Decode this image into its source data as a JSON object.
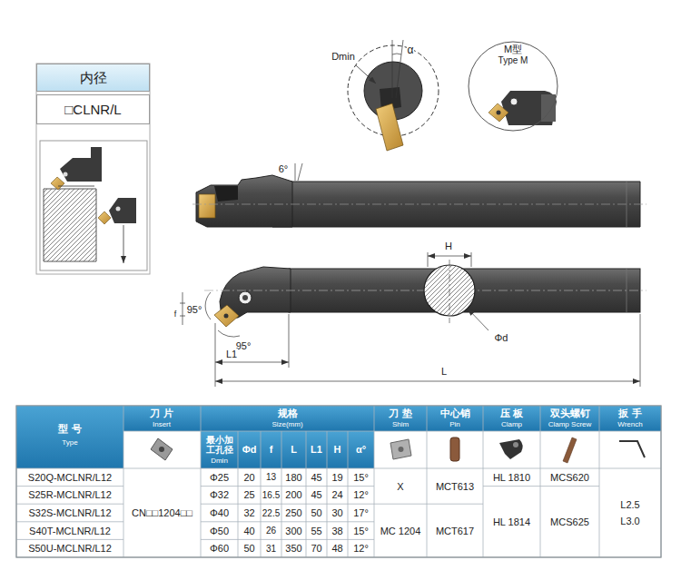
{
  "diagram": {
    "nodes": [
      {
        "text": [
          "内径"
        ]
      },
      {
        "text": [
          "□CLNR/L"
        ]
      },
      {
        "text": [
          "M型",
          "Type M"
        ]
      }
    ],
    "labels": [
      "Dmin",
      "α",
      "6°",
      "H",
      "f",
      "95°",
      "95°",
      "Φd",
      "L1",
      "L",
      "型 号",
      "Type",
      "刀 片",
      "Insert",
      "规格",
      "Size(mm)",
      "刀 垫",
      "Shim",
      "中心销",
      "Pin",
      "压 板",
      "Clamp",
      "双头螺钉",
      "Clamp Screw",
      "扳 手",
      "Wrench",
      "最小加工孔径",
      "Dmin",
      "Φd",
      "f",
      "L",
      "L1",
      "H",
      "α°",
      "S20Q-MCLNR/L12",
      "Φ25",
      "20",
      "13",
      "180",
      "45",
      "19",
      "15°",
      "S25R-MCLNR/L12",
      "Φ32",
      "25",
      "16.5",
      "200",
      "45",
      "24",
      "12°",
      "S32S-MCLNR/L12",
      "Φ40",
      "32",
      "22.5",
      "250",
      "50",
      "30",
      "17°",
      "S40T-MCLNR/L12",
      "Φ50",
      "40",
      "26",
      "300",
      "55",
      "38",
      "15°",
      "S50U-MCLNR/L12",
      "Φ60",
      "50",
      "31",
      "350",
      "70",
      "48",
      "12°",
      "CN□□1204□□",
      "X",
      "MC 1204",
      "MCT613",
      "MCT617",
      "HL 1810",
      "HL 1814",
      "MCS620",
      "MCS625",
      "L2.5",
      "L3.0"
    ]
  }
}
